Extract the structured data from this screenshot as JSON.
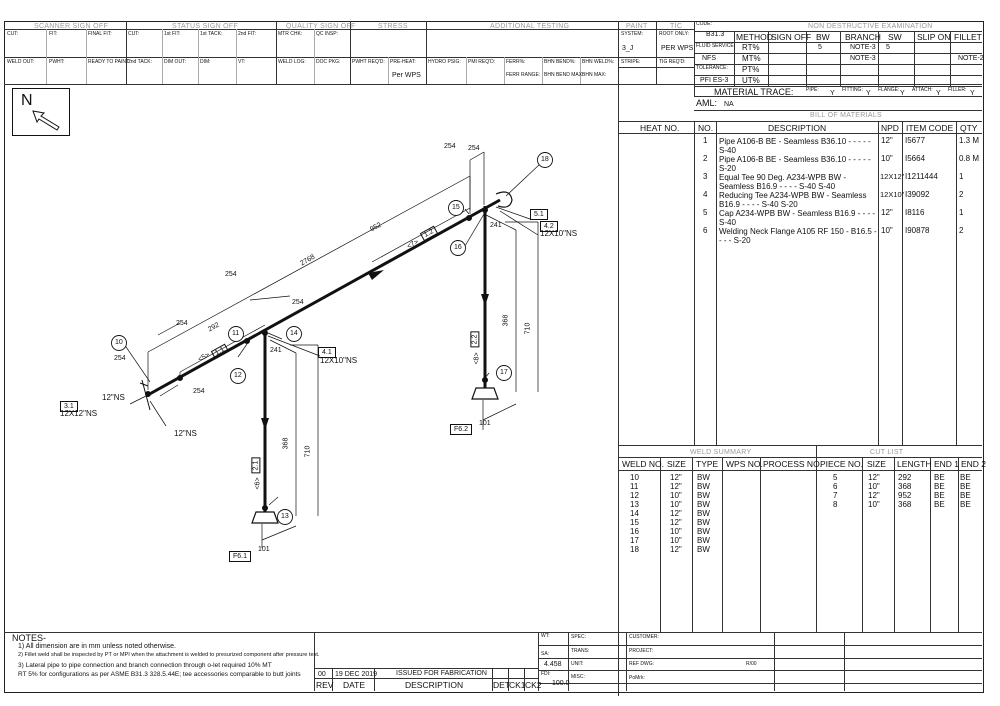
{
  "header": {
    "sections": [
      "SCANNER SIGN OFF",
      "STATUS SIGN OFF",
      "QUALITY SIGN OFF",
      "STRESS",
      "ADDITIONAL TESTING",
      "PAINT",
      "TIC"
    ],
    "row1": [
      "CUT:",
      "FIT:",
      "FINAL FIT:",
      "CUT:",
      "1st FIT:",
      "1st TACK:",
      "2nd FIT:",
      "MTR CHK:",
      "QC INSP:",
      "SYSTEM:",
      "ROOT ONLY:"
    ],
    "row2": [
      "WELD OUT:",
      "PWHT:",
      "READY TO PAINT:",
      "2nd TACK:",
      "DIM OUT:",
      "DIM:",
      "VT:",
      "WELD LOG:",
      "DOC PKG:",
      "PWHT REQ'D:",
      "PRE-HEAT:",
      "HYDRO PSIG:",
      "PMI REQ'D:",
      "FERR%:",
      "BHN BEND%:",
      "BHN WELD%:",
      "STRIPE:",
      "TIG REQ'D:"
    ],
    "ferr_range": "FERR RANGE:",
    "bhn_bend_max": "BHN BEND MAX:",
    "bhn_max": "BHN MAX:",
    "preheat_value": "Per WPS",
    "system_value": "3_J",
    "root_only_value": "PER WPS",
    "code_label": "CODE:",
    "code_value": "B31.3",
    "fluid_service_label": "FLUID SERVICE:",
    "fluid_service_value": "NFS",
    "tolerance_label": "TOLERANCE:",
    "tolerance_value": "PFI ES-3"
  },
  "nde": {
    "title": "NON DESTRUCTIVE EXAMINATION",
    "columns": [
      "METHOD",
      "SIGN OFF",
      "BW",
      "BRANCH",
      "SW",
      "SLIP ON",
      "FILLET"
    ],
    "rows": [
      {
        "method": "RT%",
        "bw": "5",
        "branch": "NOTE-3",
        "sw": "5",
        "fillet": ""
      },
      {
        "method": "MT%",
        "bw": "",
        "branch": "NOTE-3",
        "sw": "",
        "fillet": "NOTE-2"
      },
      {
        "method": "PT%",
        "bw": "",
        "branch": "",
        "sw": "",
        "fillet": ""
      },
      {
        "method": "UT%",
        "bw": "",
        "branch": "",
        "sw": "",
        "fillet": ""
      }
    ]
  },
  "material_trace": {
    "title": "MATERIAL TRACE:",
    "pipe_label": "PIPE:",
    "pipe": "Y",
    "fitting_label": "FITTING:",
    "fitting": "Y",
    "flange_label": "FLANGE:",
    "flange": "Y",
    "attach_label": "ATTACH:",
    "attach": "Y",
    "filler_label": "FILLER:",
    "filler": "Y"
  },
  "aml": {
    "label": "AML:",
    "value": "NA"
  },
  "bom": {
    "title": "BILL OF MATERIALS",
    "columns": [
      "HEAT NO.",
      "NO.",
      "DESCRIPTION",
      "NPD",
      "ITEM CODE",
      "QTY"
    ],
    "rows": [
      {
        "no": "1",
        "desc": "Pipe A106-B BE - Seamless B36.10 - - - - - S-40",
        "npd": "12\"",
        "code": "I5677",
        "qty": "1.3 M"
      },
      {
        "no": "2",
        "desc": "Pipe A106-B BE - Seamless B36.10 - - - - - S-20",
        "npd": "10\"",
        "code": "I5664",
        "qty": "0.8 M"
      },
      {
        "no": "3",
        "desc": "Equal Tee 90 Deg. A234-WPB BW - Seamless B16.9 - - - - S-40 S-40",
        "npd": "12X12\"",
        "code": "I1211444",
        "qty": "1"
      },
      {
        "no": "4",
        "desc": "Reducing Tee A234-WPB BW - Seamless B16.9 - - - - S-40 S-20",
        "npd": "12X10\"",
        "code": "I39092",
        "qty": "2"
      },
      {
        "no": "5",
        "desc": "Cap A234-WPB BW - Seamless B16.9 - - - - S-40",
        "npd": "12\"",
        "code": "I8116",
        "qty": "1"
      },
      {
        "no": "6",
        "desc": "Welding Neck Flange A105 RF 150 - B16.5 - - - - S-20",
        "npd": "10\"",
        "code": "I90878",
        "qty": "2"
      }
    ]
  },
  "weld_summary": {
    "title": "WELD SUMMARY",
    "columns": [
      "WELD NO.",
      "SIZE",
      "TYPE",
      "WPS NO.",
      "PROCESS NO."
    ],
    "rows": [
      [
        "10",
        "12\"",
        "BW"
      ],
      [
        "11",
        "12\"",
        "BW"
      ],
      [
        "12",
        "10\"",
        "BW"
      ],
      [
        "13",
        "10\"",
        "BW"
      ],
      [
        "14",
        "12\"",
        "BW"
      ],
      [
        "15",
        "12\"",
        "BW"
      ],
      [
        "16",
        "10\"",
        "BW"
      ],
      [
        "17",
        "10\"",
        "BW"
      ],
      [
        "18",
        "12\"",
        "BW"
      ]
    ]
  },
  "cut_list": {
    "title": "CUT LIST",
    "columns": [
      "PIECE NO.",
      "SIZE",
      "LENGTH",
      "END 1",
      "END 2"
    ],
    "rows": [
      [
        "5",
        "12\"",
        "292",
        "BE",
        "BE"
      ],
      [
        "6",
        "10\"",
        "368",
        "BE",
        "BE"
      ],
      [
        "7",
        "12\"",
        "952",
        "BE",
        "BE"
      ],
      [
        "8",
        "10\"",
        "368",
        "BE",
        "BE"
      ]
    ]
  },
  "notes": {
    "title": "NOTES-",
    "lines": [
      "1) All dimension are in mm unless noted otherwise.",
      "2) Fillet weld shall be inspected by PT or MPI when the attachment is welded to presurized component after pressure test.",
      "3) Lateral pipe to pipe connection and branch connection through o-let required 10% MT",
      "RT 5% for configurations as per ASME B31.3 328.5.44E; tee accessories comparable to butt joints"
    ]
  },
  "revision": {
    "rev": "00",
    "date": "19 DEC 2019",
    "description": "ISSUED FOR FABRICATION",
    "col_labels": [
      "REV",
      "DATE",
      "DESCRIPTION",
      "DET",
      "CK1",
      "CK2"
    ]
  },
  "title_block": {
    "wt_label": "WT:",
    "sa_label": "SA:",
    "sa_value": "4.458",
    "fdi_label": "FDI:",
    "fdi_value": "100.0",
    "spec_label": "SPEC:",
    "trans_label": "TRANS:",
    "unit_label": "UNIT:",
    "misc_label": "MISC:",
    "customer_label": "CUSTOMER:",
    "project_label": "PROJECT:",
    "ref_dwg_label": "REF DWG:",
    "ref_dwg_rev": "R/00",
    "pomk_label": "PoMrk:"
  },
  "north": "N",
  "drawing": {
    "weld_tags": [
      "10",
      "11",
      "12",
      "13",
      "14",
      "15",
      "16",
      "17",
      "18"
    ],
    "piece_tags": [
      "<5>",
      "<6>",
      "<7>",
      "<8>"
    ],
    "dims": {
      "d2768": "2768",
      "d952": "952",
      "d292": "292",
      "d254": "254",
      "d241": "241",
      "d368": "368",
      "d710": "710",
      "d101": "101"
    },
    "boxes": {
      "b11": "1.1",
      "b12": "1.2",
      "b21": "2.1",
      "b22": "2.2",
      "b31": "3.1",
      "b41": "4.1",
      "b42": "4.2",
      "b51": "5.1",
      "f61": "F6.1",
      "f62": "F6.2"
    },
    "callouts": {
      "c31": "12X12\"NS",
      "c41": "12X10\"NS",
      "c42": "12X10\"NS",
      "ns_a": "12\"NS",
      "ns_b": "12\"NS"
    }
  }
}
